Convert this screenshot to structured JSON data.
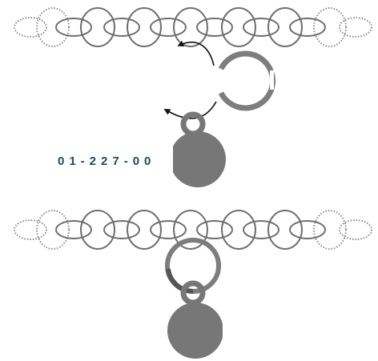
{
  "diagram": {
    "part_number": "01-227-00",
    "colors": {
      "link_stroke": "#6f6f6f",
      "dotted_stroke": "#8a8a8a",
      "charm_fill": "#777777",
      "ring_fill": "#7d7d7d",
      "arrow_stroke": "#111111",
      "label_color": "#1e4a5c"
    },
    "steps": [
      {
        "name": "step-1",
        "description_visible": false
      },
      {
        "name": "step-2",
        "description_visible": false
      }
    ]
  }
}
